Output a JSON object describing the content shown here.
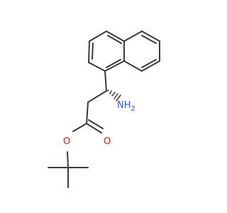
{
  "molecule": {
    "atoms": {
      "nitrogen": {
        "label": "NH",
        "subscript": "2",
        "color": "#3050f8"
      },
      "carbonyl_oxygen": {
        "label": "O",
        "color": "#ff0d0d"
      },
      "ester_oxygen": {
        "label": "O",
        "color": "#ff0d0d"
      }
    },
    "bond_color": "#3a3a3a",
    "stereo_bond": "hashed-wedge"
  }
}
